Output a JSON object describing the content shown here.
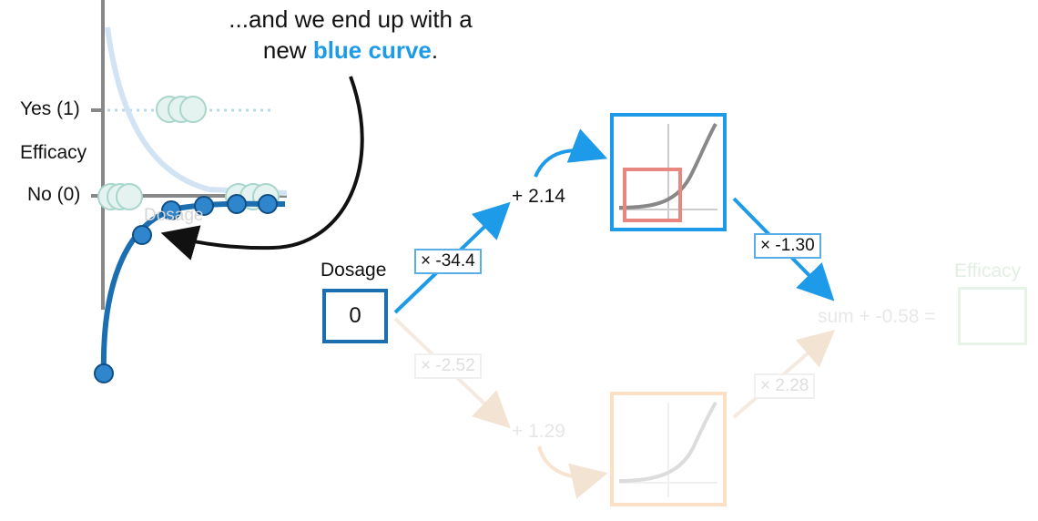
{
  "caption": {
    "line1": "...and we end up with a",
    "line2_prefix": "new ",
    "line2_highlight": "blue curve",
    "line2_suffix": "."
  },
  "plot": {
    "y_tick_yes": "Yes (1)",
    "y_tick_no": "No (0)",
    "y_axis_label": "Efficacy",
    "x_axis_label": "Dosage"
  },
  "network": {
    "input_label": "Dosage",
    "input_value": "0",
    "top_weight": "× -34.4",
    "top_bias": "+ 2.14",
    "top_out_weight": "× -1.30",
    "bottom_weight": "× -2.52",
    "bottom_bias": "+ 1.29",
    "bottom_out_weight": "× 2.28",
    "sum_text": "sum + -0.58 =",
    "output_label": "Efficacy"
  },
  "colors": {
    "accent_blue": "#1e9be8",
    "curve_blue": "#1b6fb0",
    "faint_curve": "#b9d6ee",
    "highlight_red": "#e8877f",
    "faint_orange": "#fbe3cc"
  }
}
